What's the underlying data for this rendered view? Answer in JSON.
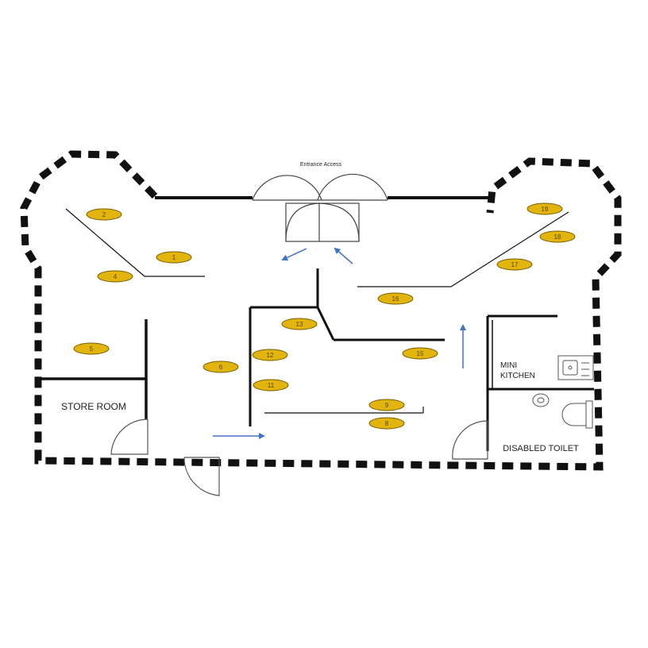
{
  "labels": {
    "entrance": "Entrance Access",
    "store_room": "STORE ROOM",
    "mini_kitchen_1": "MINI",
    "mini_kitchen_2": "KITCHEN",
    "disabled_toilet": "DISABLED TOILET"
  },
  "markers": [
    "1",
    "2",
    "4",
    "5",
    "6",
    "8",
    "9",
    "11",
    "12",
    "13",
    "15",
    "16",
    "17",
    "18",
    "19"
  ],
  "colors": {
    "wall": "#111111",
    "arrow": "#4472c4",
    "marker_fill": "#e2b40e",
    "marker_stroke": "#7a5d00",
    "marker_text": "#5a4300"
  }
}
